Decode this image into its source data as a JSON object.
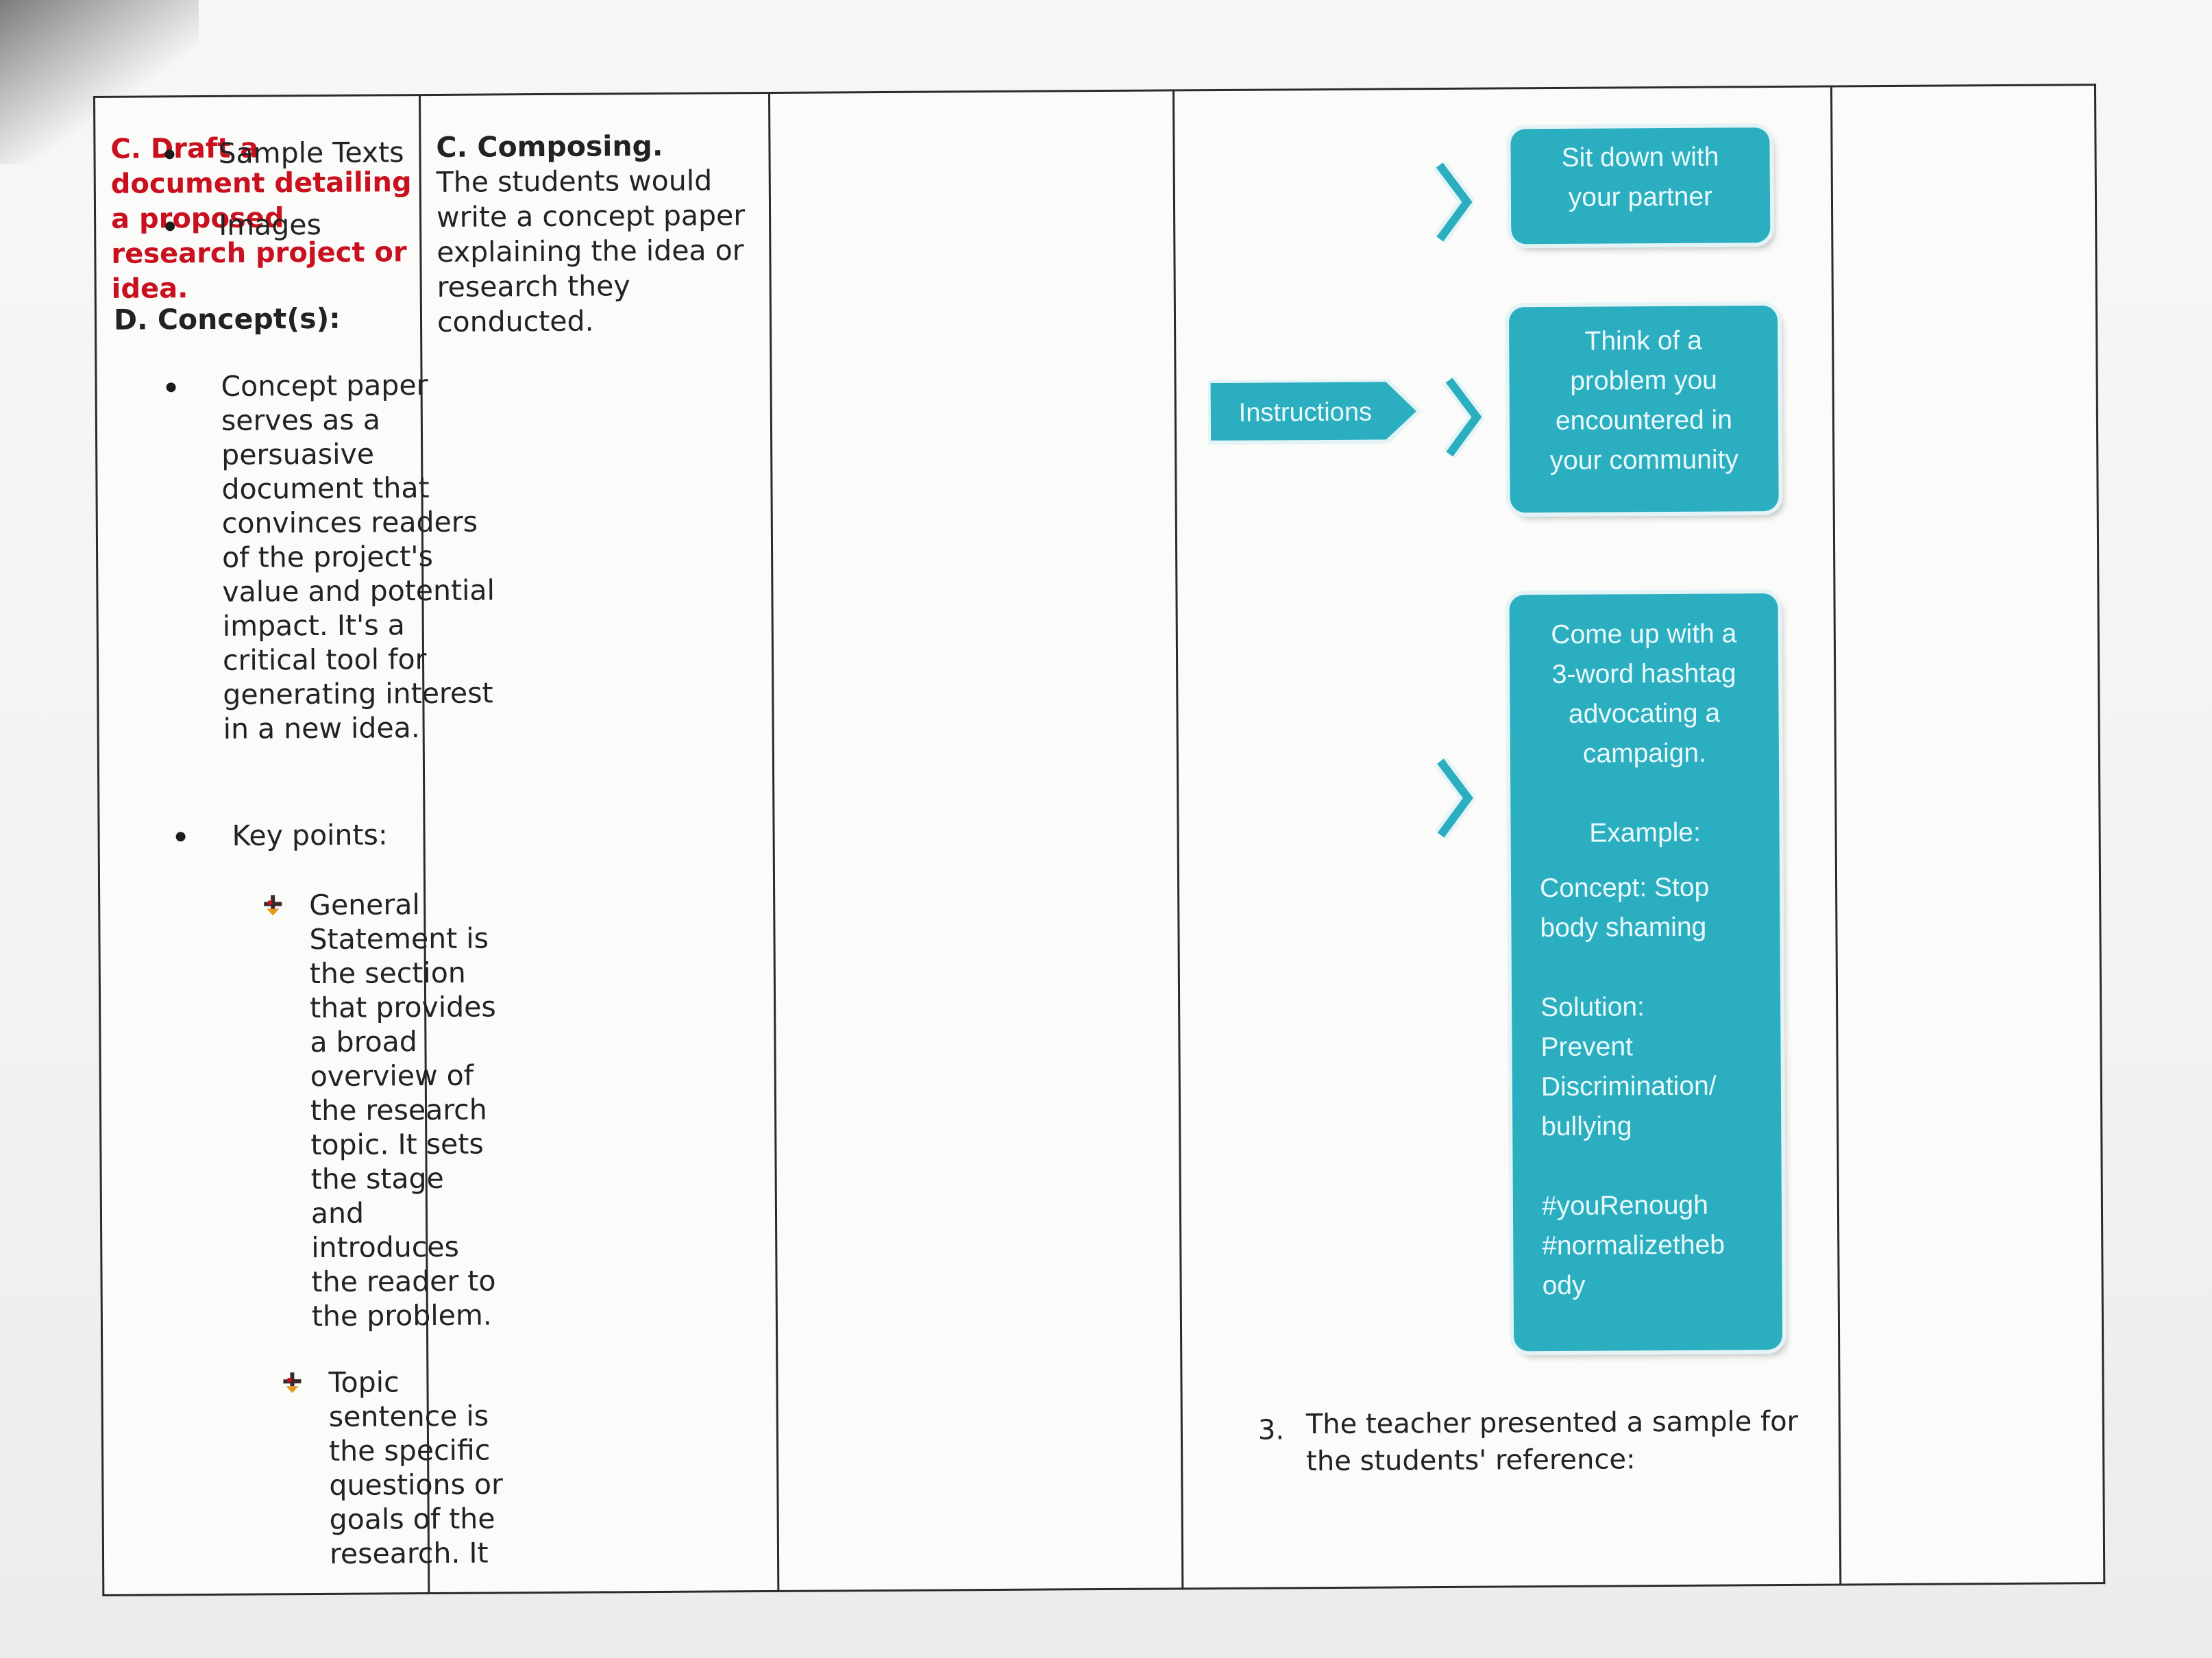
{
  "objective": {
    "text": "C. Draft a document detailing a proposed research project or idea."
  },
  "composing": {
    "title": "C. Composing.",
    "body": "The students would write a concept paper explaining the idea or research they conducted."
  },
  "materials": {
    "items": [
      "Sample Texts",
      "Images"
    ]
  },
  "concepts": {
    "heading": "D. Concept(s):",
    "concept_paper": "Concept paper serves as a persuasive document that convinces readers of the project's value and potential impact. It's a critical tool for generating interest in a new idea.",
    "key_points_label": "Key points:",
    "sub_points": [
      "General Statement is the section that provides a broad overview of the research topic. It sets the stage and introduces the reader to the problem.",
      "Topic sentence is the specific questions or goals of the research. It"
    ]
  },
  "activity": {
    "instructions_label": "Instructions",
    "steps": [
      {
        "lines": [
          "Sit down with",
          "your partner"
        ]
      },
      {
        "lines": [
          "Think of a",
          "problem you",
          "encountered in",
          "your community"
        ]
      },
      {
        "lines": [
          "Come up with a",
          "3-word hashtag",
          "advocating a",
          "campaign.",
          "",
          "Example:",
          "",
          "Concept: Stop",
          "body shaming",
          "",
          "Solution:",
          "Prevent",
          "Discrimination/",
          "bullying",
          "",
          "#youRenough",
          "#normalizetheb",
          "ody"
        ]
      }
    ],
    "step3_number": "3.",
    "step3_text": "The teacher presented a sample for the students' reference:"
  },
  "colors": {
    "objective_red": "#c8101e",
    "teal": "#2aaec0"
  }
}
